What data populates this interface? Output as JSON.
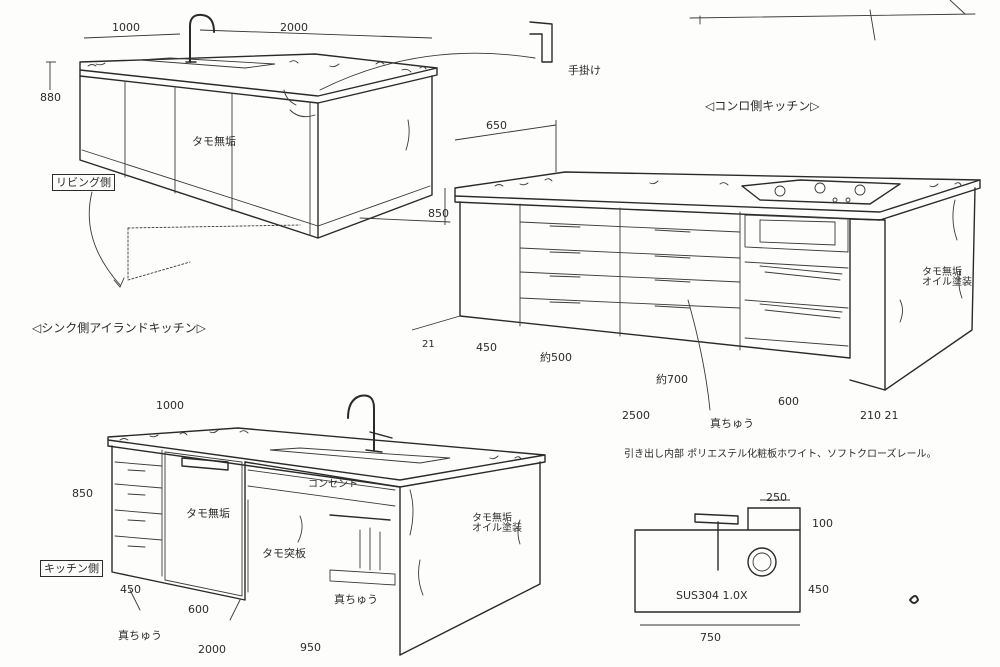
{
  "labels": {
    "top_width_1000": "1000",
    "top_length_2000": "2000",
    "top_height_880": "880",
    "faucet_handle": "手掛け",
    "top_cabinet_side": "タモ無垢",
    "living_side": "リビング側",
    "sink_island_title": "◁シンク側アイランドキッチン▷",
    "stove_title": "◁コンロ側キッチン▷",
    "stove_depth_650": "650",
    "stove_height_850": "850",
    "stove_side_note": "タモ無垢\nオイル塗装",
    "stove_dim_21_left": "21",
    "stove_dim_450": "450",
    "stove_dim_500": "約500",
    "stove_dim_700": "約700",
    "stove_dim_600": "600",
    "stove_dim_210_21": "210 21",
    "stove_dim_2500": "2500",
    "stove_drawer_note": "真ちゅう",
    "drawer_spec_note": "引き出し内部 ポリエステル化粧板ホワイト、ソフトクローズレール。",
    "bottom_width_1000": "1000",
    "bottom_height_850": "850",
    "bottom_concent": "コンセント",
    "bottom_tamo_solid": "タモ無垢",
    "bottom_tamo_board": "タモ突板",
    "bottom_side_note": "タモ無垢\nオイル塗装",
    "kitchen_side": "キッチン側",
    "bottom_dim_450": "450",
    "bottom_dim_600": "600",
    "bottom_dim_2000": "2000",
    "bottom_dim_950": "950",
    "brass_left": "真ちゅう",
    "brass_right": "真ちゅう",
    "detail_250": "250",
    "detail_100": "100",
    "detail_450": "450",
    "detail_750": "750",
    "detail_spec": "SUS304 1.0X"
  }
}
